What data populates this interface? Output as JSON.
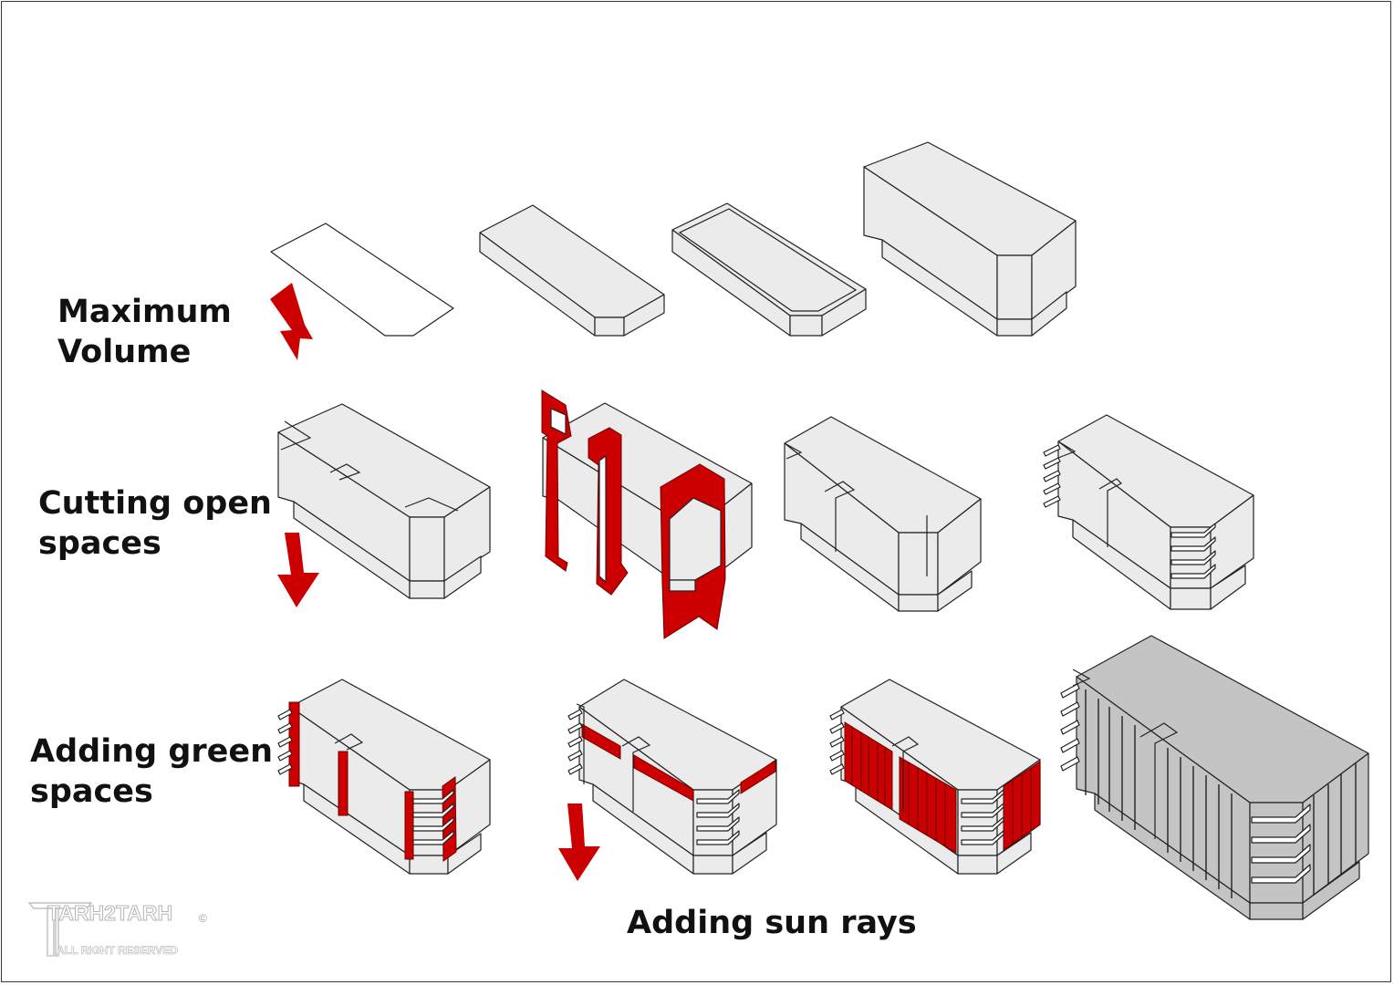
{
  "labels": {
    "maximum_volume": [
      "Maximum",
      "Volume"
    ],
    "cutting_open_spaces": [
      "Cutting open",
      "spaces"
    ],
    "adding_green_spaces": [
      "Adding green",
      "spaces"
    ],
    "adding_sun_rays": "Adding sun rays"
  },
  "watermark": {
    "brand": "TARH2TARH",
    "rights": "ALL RIGHT RESERVED",
    "copyright": "©"
  },
  "colors": {
    "accent_red": "#cc0000",
    "mass_fill": "#ebebeb",
    "dark_mass_fill": "#c4c4c4",
    "stroke": "#222222"
  }
}
